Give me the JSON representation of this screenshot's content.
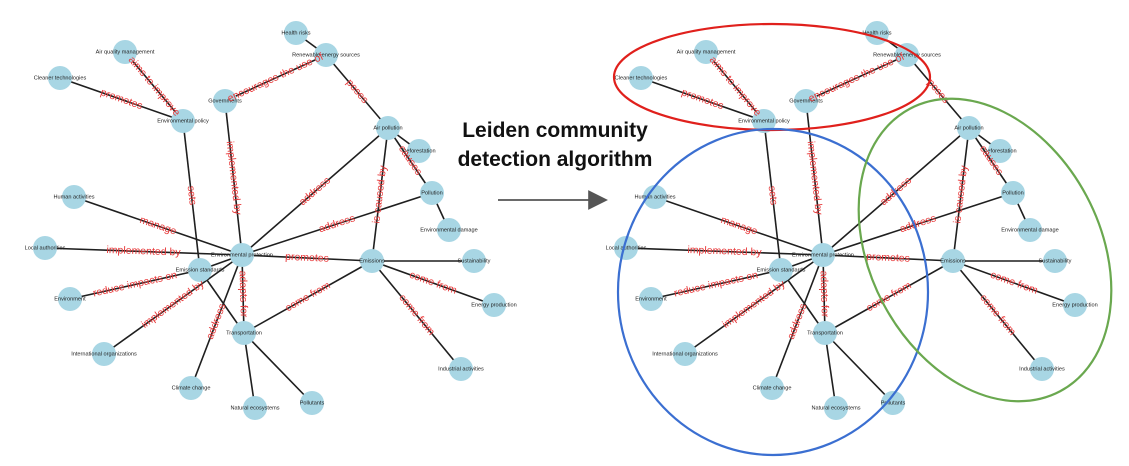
{
  "caption": {
    "line1": "Leiden community",
    "line2": "detection algorithm"
  },
  "colors": {
    "node": "#a8d6e4",
    "edge": "#1f1f1f",
    "edge_label": "#e8393a",
    "community_red": "#e0201c",
    "community_blue": "#3b6fd1",
    "community_green": "#6aa84f"
  },
  "nodes": [
    {
      "id": "health_risks",
      "label": "Health risks"
    },
    {
      "id": "renewable",
      "label": "Renewable energy sources"
    },
    {
      "id": "air_quality",
      "label": "Air quality management"
    },
    {
      "id": "cleaner_tech",
      "label": "Cleaner technologies"
    },
    {
      "id": "governments",
      "label": "Governments"
    },
    {
      "id": "env_policy",
      "label": "Environmental policy"
    },
    {
      "id": "air_pollution",
      "label": "Air pollution"
    },
    {
      "id": "deforestation",
      "label": "Deforestation"
    },
    {
      "id": "pollution",
      "label": "Pollution"
    },
    {
      "id": "env_damage",
      "label": "Environmental damage"
    },
    {
      "id": "human_act",
      "label": "Human activities"
    },
    {
      "id": "local_auth",
      "label": "Local authorities"
    },
    {
      "id": "env_protection",
      "label": "Environmental protection"
    },
    {
      "id": "emission_std",
      "label": "Emission standards"
    },
    {
      "id": "emissions",
      "label": "Emissions"
    },
    {
      "id": "sustainability",
      "label": "Sustainability"
    },
    {
      "id": "environment",
      "label": "Environment"
    },
    {
      "id": "energy_prod",
      "label": "Energy production"
    },
    {
      "id": "transportation",
      "label": "Transportation"
    },
    {
      "id": "intl_org",
      "label": "International organizations"
    },
    {
      "id": "industrial",
      "label": "Industrial activities"
    },
    {
      "id": "climate",
      "label": "Climate change"
    },
    {
      "id": "pollutants",
      "label": "Pollutants"
    },
    {
      "id": "natural_eco",
      "label": "Natural ecosystems"
    }
  ],
  "edges": [
    {
      "from": "air_quality",
      "to": "env_policy",
      "label": "aims to improve"
    },
    {
      "from": "cleaner_tech",
      "to": "env_policy",
      "label": "promotes"
    },
    {
      "from": "governments",
      "to": "renewable",
      "label": "encourages the use of"
    },
    {
      "from": "health_risks",
      "to": "renewable",
      "label": ""
    },
    {
      "from": "renewable",
      "to": "air_pollution",
      "label": "poses"
    },
    {
      "from": "governments",
      "to": "env_protection",
      "label": "implemented by"
    },
    {
      "from": "env_policy",
      "to": "emission_std",
      "label": "sets"
    },
    {
      "from": "air_pollution",
      "to": "env_protection",
      "label": "address"
    },
    {
      "from": "air_pollution",
      "to": "emissions",
      "label": "is caused by"
    },
    {
      "from": "air_pollution",
      "to": "deforestation",
      "label": ""
    },
    {
      "from": "air_pollution",
      "to": "pollution",
      "label": "causes"
    },
    {
      "from": "pollution",
      "to": "env_protection",
      "label": "address"
    },
    {
      "from": "pollution",
      "to": "env_damage",
      "label": ""
    },
    {
      "from": "human_act",
      "to": "env_protection",
      "label": "manage"
    },
    {
      "from": "local_auth",
      "to": "env_protection",
      "label": "implemented by"
    },
    {
      "from": "env_protection",
      "to": "emissions",
      "label": "promotes"
    },
    {
      "from": "env_protection",
      "to": "emission_std",
      "label": ""
    },
    {
      "from": "env_protection",
      "to": "transportation",
      "label": "adapts for"
    },
    {
      "from": "environment",
      "to": "emission_std",
      "label": "reduce impacts on"
    },
    {
      "from": "intl_org",
      "to": "env_protection",
      "label": "implemented by"
    },
    {
      "from": "climate",
      "to": "env_protection",
      "label": "address"
    },
    {
      "from": "emission_std",
      "to": "transportation",
      "label": ""
    },
    {
      "from": "emissions",
      "to": "sustainability",
      "label": ""
    },
    {
      "from": "emissions",
      "to": "energy_prod",
      "label": "come from"
    },
    {
      "from": "emissions",
      "to": "industrial",
      "label": "come from"
    },
    {
      "from": "emissions",
      "to": "transportation",
      "label": "come from"
    },
    {
      "from": "transportation",
      "to": "pollutants",
      "label": ""
    },
    {
      "from": "transportation",
      "to": "natural_eco",
      "label": ""
    }
  ]
}
